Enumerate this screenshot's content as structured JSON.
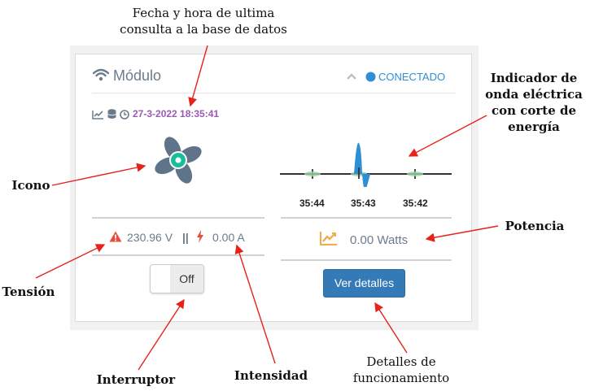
{
  "annotations": {
    "last_query": "Fecha y hora de ultima\nconsulta a la base de datos",
    "wave_indicator": "Indicador de\nonda eléctrica\ncon corte de\nenergía",
    "icon": "Icono",
    "power": "Potencia",
    "voltage": "Tensión",
    "switch": "Interruptor",
    "current": "Intensidad",
    "operation_details": "Detalles de\nfuncionamiento"
  },
  "card": {
    "title": "Módulo",
    "status": "CONECTADO",
    "timestamp": "27-3-2022 18:35:41",
    "voltage": "230.96 V",
    "separator": "||",
    "current": "0.00 A",
    "power": "0.00 Watts",
    "switch_label": "Off",
    "details_button": "Ver detalles"
  },
  "wave": {
    "time_labels": [
      "35:44",
      "35:43",
      "35:42"
    ]
  },
  "colors": {
    "accent": "#2f8fd6",
    "timestamp": "#9b59b6",
    "fan": "#5f7389",
    "fan_hub": "#1abc9c",
    "warning": "#e74c3c",
    "power_icon": "#f0ad4e",
    "button": "#337ab7",
    "arrow": "#e8211b"
  },
  "icons": [
    "wifi-icon",
    "chevron-up-icon",
    "status-dot-icon",
    "chart-line-icon",
    "database-icon",
    "clock-icon",
    "fan-icon",
    "warning-icon",
    "bolt-icon",
    "power-chart-icon"
  ]
}
